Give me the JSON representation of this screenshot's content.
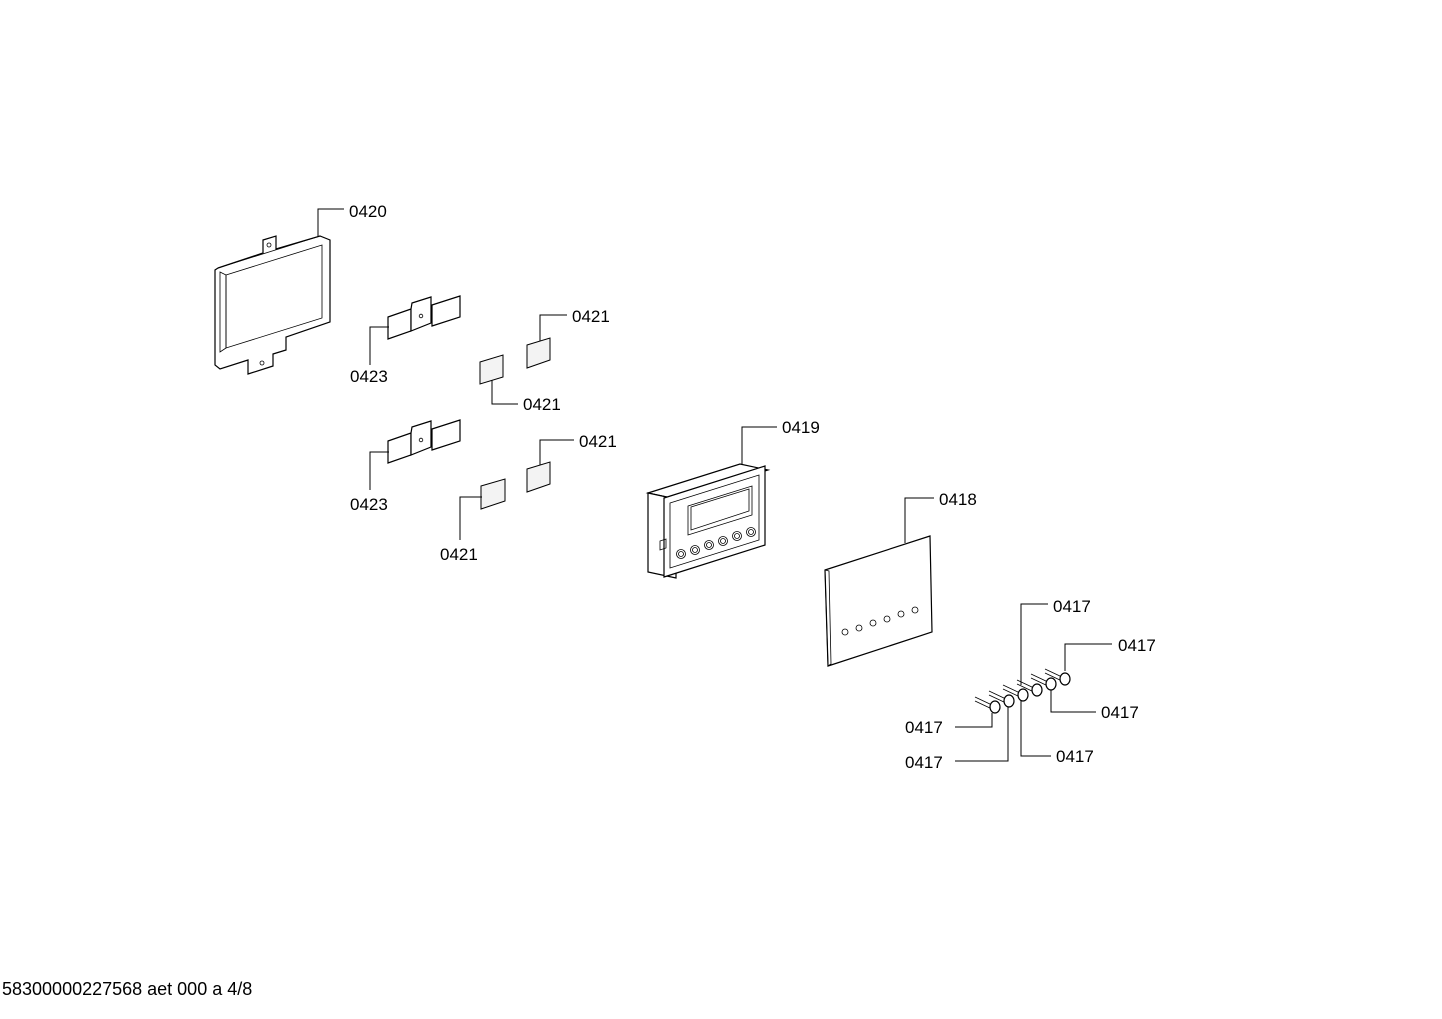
{
  "labels": {
    "l0420": "0420",
    "l0423a": "0423",
    "l0423b": "0423",
    "l0421a": "0421",
    "l0421b": "0421",
    "l0421c": "0421",
    "l0421d": "0421",
    "l0419": "0419",
    "l0418": "0418",
    "l0417a": "0417",
    "l0417b": "0417",
    "l0417c": "0417",
    "l0417d": "0417",
    "l0417e": "0417",
    "l0417f": "0417"
  },
  "footer": "58300000227568 aet 000 a 4/8"
}
